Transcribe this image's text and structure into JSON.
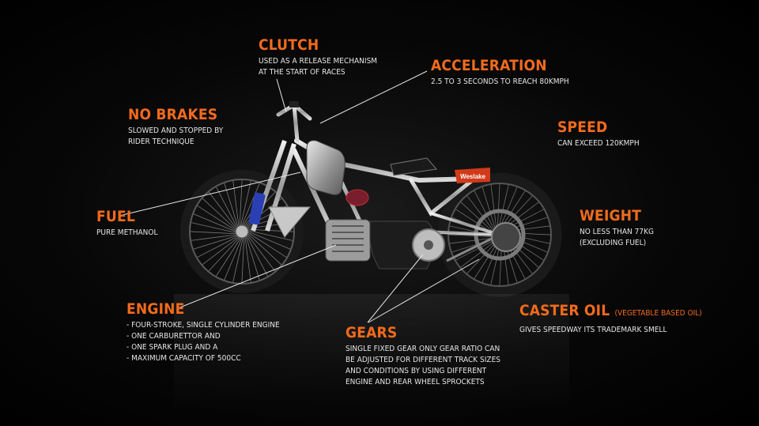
{
  "colors": {
    "accent": "#f26b1d",
    "text": "#e6e6e6",
    "background": "#000000"
  },
  "callouts": {
    "clutch": {
      "title": "CLUTCH",
      "lines": [
        "USED AS A RELEASE MECHANISM",
        "AT THE START OF RACES"
      ]
    },
    "acceleration": {
      "title": "ACCELERATION",
      "lines": [
        "2.5 TO 3 SECONDS TO REACH 80KMPH"
      ]
    },
    "no_brakes": {
      "title": "NO BRAKES",
      "lines": [
        "SLOWED AND STOPPED BY",
        "RIDER TECHNIQUE"
      ]
    },
    "speed": {
      "title": "SPEED",
      "lines": [
        "CAN EXCEED 120KMPH"
      ]
    },
    "fuel": {
      "title": "FUEL",
      "lines": [
        "PURE METHANOL"
      ]
    },
    "weight": {
      "title": "WEIGHT",
      "lines": [
        "NO LESS THAN 77KG",
        "(EXCLUDING FUEL)"
      ]
    },
    "engine": {
      "title": "ENGINE",
      "lines": [
        "FOUR-STROKE, SINGLE CYLINDER ENGINE",
        "ONE CARBURETTOR AND",
        "ONE SPARK PLUG AND A",
        "MAXIMUM CAPACITY OF 500CC"
      ]
    },
    "caster_oil": {
      "title": "CASTER OIL",
      "subtitle": "(VEGETABLE BASED OIL)",
      "lines": [
        "GIVES SPEEDWAY ITS TRADEMARK SMELL"
      ]
    },
    "gears": {
      "title": "GEARS",
      "lines": [
        "SINGLE FIXED GEAR ONLY GEAR RATIO CAN",
        "BE ADJUSTED FOR DIFFERENT TRACK SIZES",
        "AND CONDITIONS BY USING DIFFERENT",
        "ENGINE AND REAR WHEEL SPROCKETS"
      ]
    }
  },
  "bike": {
    "tank_brand": "Weslake"
  }
}
